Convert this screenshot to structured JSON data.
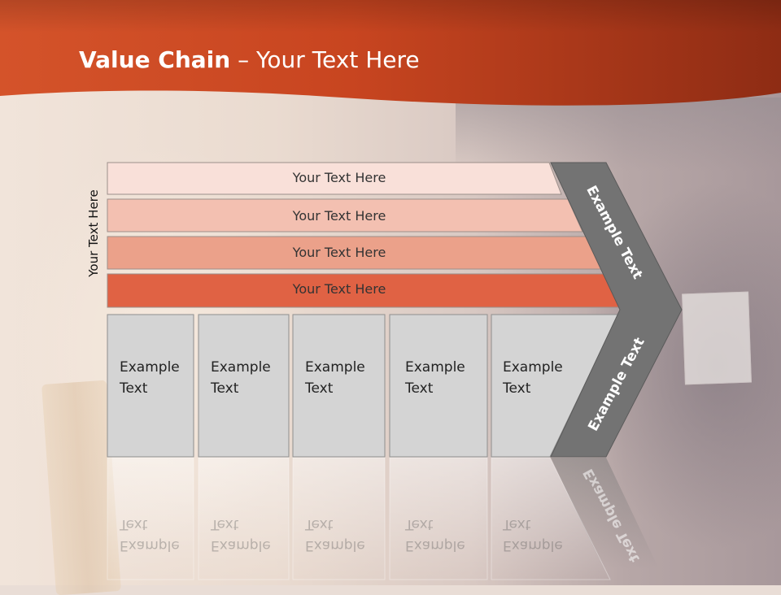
{
  "slide": {
    "title_bold": "Value Chain",
    "title_rest": " – Your Text Here",
    "side_label": "Your Text Here",
    "bars": [
      {
        "label": "Your Text Here",
        "color": "#f9e0d9"
      },
      {
        "label": "Your Text Here",
        "color": "#f3c0b1"
      },
      {
        "label": "Your Text Here",
        "color": "#eba18a"
      },
      {
        "label": "Your Text Here",
        "color": "#e06244"
      }
    ],
    "boxes": [
      {
        "line1": "Example",
        "line2": "Text"
      },
      {
        "line1": "Example",
        "line2": "Text"
      },
      {
        "line1": "Example",
        "line2": "Text"
      },
      {
        "line1": "Example",
        "line2": "Text"
      },
      {
        "line1": "Example",
        "line2": "Text"
      }
    ],
    "arrow_top_label": "Example Text",
    "arrow_bottom_label": "Example Text",
    "colors": {
      "header_dark": "#8e2c14",
      "header_light": "#d4532a",
      "box_fill": "#d4d4d4",
      "arrow_fill": "#737373"
    }
  }
}
